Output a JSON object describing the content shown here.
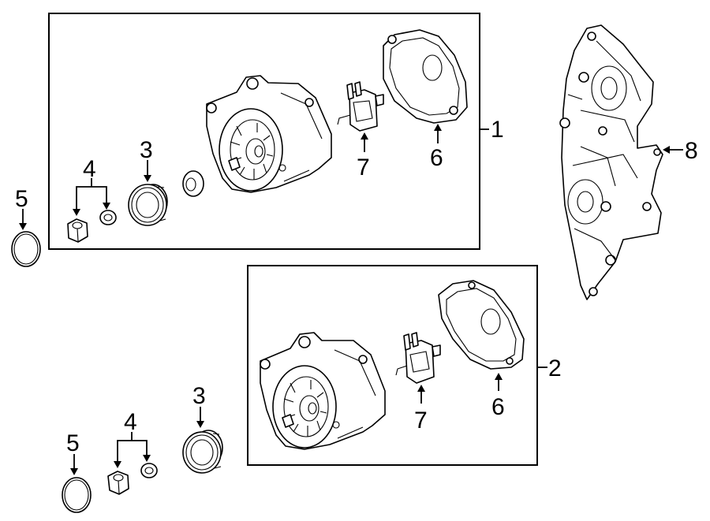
{
  "callouts": {
    "c1": "1",
    "c2": "2",
    "c3_top": "3",
    "c3_bottom": "3",
    "c4_top": "4",
    "c4_bottom": "4",
    "c5_top": "5",
    "c5_bottom": "5",
    "c6_top": "6",
    "c6_bottom": "6",
    "c7_top": "7",
    "c7_bottom": "7",
    "c8": "8"
  },
  "parts": {
    "alternator_assembly_1": "alternator-icon",
    "alternator_assembly_2": "alternator-icon",
    "pulley": "pulley-icon",
    "nut_and_washer": "nut-icon",
    "o_ring": "ring-icon",
    "rear_cover": "cover-icon",
    "voltage_regulator": "regulator-icon",
    "mounting_bracket": "bracket-icon"
  }
}
